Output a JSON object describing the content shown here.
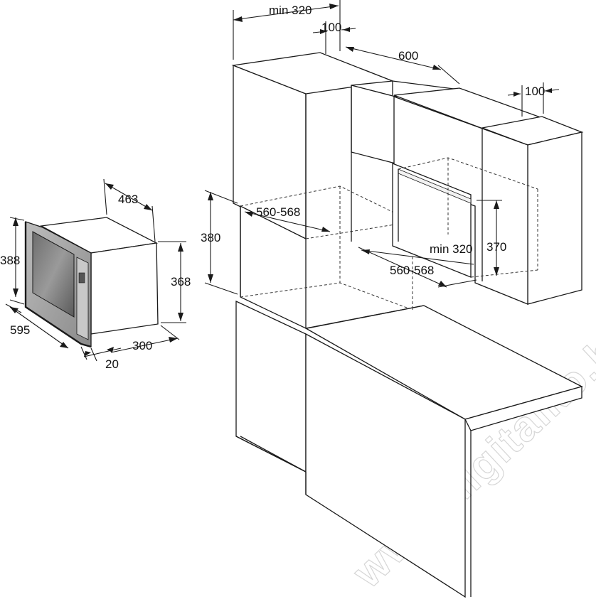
{
  "diagram": {
    "appliance_dimensions": {
      "width": "595",
      "height": "388",
      "depth": "463",
      "body_height": "368",
      "body_depth": "300",
      "front_panel": "20"
    },
    "installation_dimensions": {
      "top_min_width": "min 320",
      "top_side_gap": "100",
      "cabinet_depth": "600",
      "right_side_gap": "100",
      "niche_left_width": "560-568",
      "niche_left_height": "380",
      "niche_right_min": "min 320",
      "niche_right_height": "370",
      "niche_right_width": "560-568"
    },
    "watermark": "www.digitalko.hu"
  }
}
